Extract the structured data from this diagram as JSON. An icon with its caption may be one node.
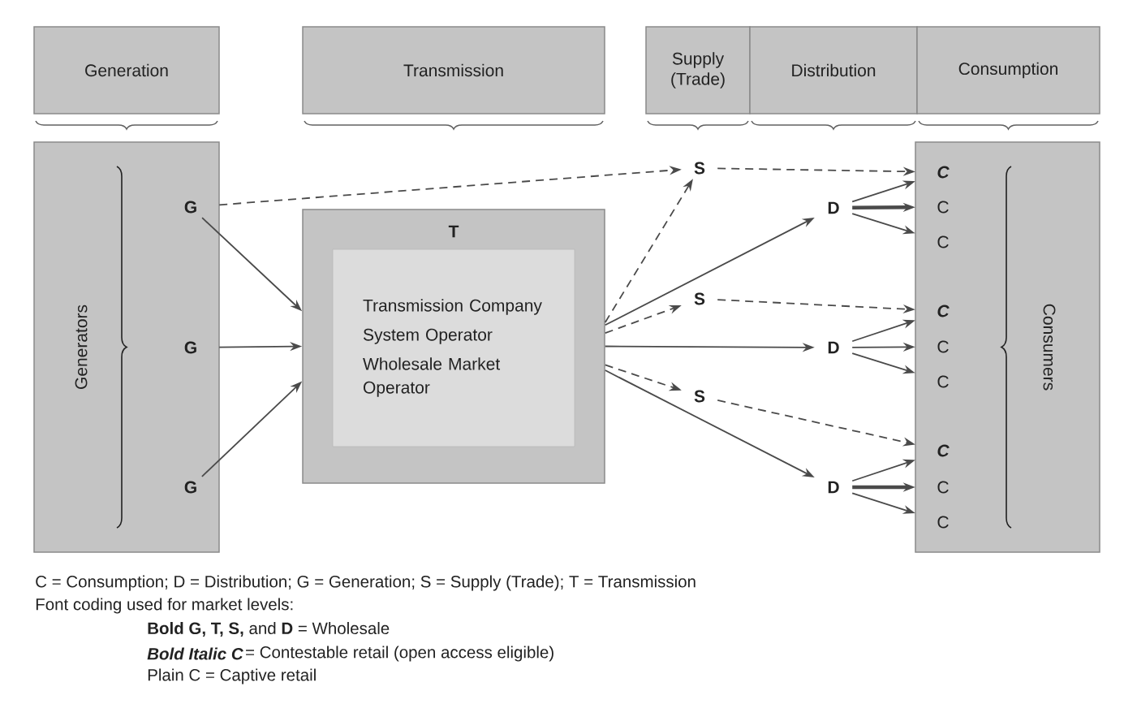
{
  "diagram": {
    "nodes": [
      {
        "text": [
          "Generation"
        ]
      },
      {
        "text": [
          "Transmission"
        ]
      },
      {
        "text": [
          "Supply (Trade)"
        ]
      },
      {
        "text": [
          "Distribution"
        ]
      },
      {
        "text": [
          "Consumption"
        ]
      },
      {
        "text": [
          "Generators"
        ]
      },
      {
        "text": [
          "G"
        ],
        "in": 5
      },
      {
        "text": [
          "G"
        ],
        "in": 5
      },
      {
        "text": [
          "G"
        ],
        "in": 5
      },
      {
        "text": [
          "T"
        ]
      },
      {
        "text": [
          "Transmission Company",
          "System Operator",
          "Wholesale Market Operator"
        ],
        "in": 9
      },
      {
        "text": [
          "S"
        ]
      },
      {
        "text": [
          "D"
        ]
      },
      {
        "text": [
          "S"
        ]
      },
      {
        "text": [
          "D"
        ]
      },
      {
        "text": [
          "S"
        ]
      },
      {
        "text": [
          "D"
        ]
      },
      {
        "text": [
          "Consumers"
        ]
      },
      {
        "text": [
          "C"
        ],
        "in": 17
      },
      {
        "text": [
          "C"
        ],
        "in": 17
      },
      {
        "text": [
          "C"
        ],
        "in": 17
      },
      {
        "text": [
          "C"
        ],
        "in": 17
      },
      {
        "text": [
          "C"
        ],
        "in": 17
      },
      {
        "text": [
          "C"
        ],
        "in": 17
      },
      {
        "text": [
          "C"
        ],
        "in": 17
      },
      {
        "text": [
          "C"
        ],
        "in": 17
      },
      {
        "text": [
          "C"
        ],
        "in": 17
      }
    ],
    "edges": [
      {
        "from": 6,
        "to": 11,
        "arrow": "to",
        "style": "dashed"
      },
      {
        "from": 6,
        "to": 9,
        "arrow": "to"
      },
      {
        "from": 7,
        "to": 9,
        "arrow": "to"
      },
      {
        "from": 8,
        "to": 9,
        "arrow": "to"
      },
      {
        "from": 9,
        "to": 11,
        "arrow": "to",
        "style": "dashed"
      },
      {
        "from": 9,
        "to": 12,
        "arrow": "to"
      },
      {
        "from": 9,
        "to": 13,
        "arrow": "to",
        "style": "dashed"
      },
      {
        "from": 9,
        "to": 14,
        "arrow": "to"
      },
      {
        "from": 9,
        "to": 15,
        "arrow": "to",
        "style": "dashed"
      },
      {
        "from": 9,
        "to": 16,
        "arrow": "to"
      },
      {
        "from": 11,
        "to": 18,
        "arrow": "to",
        "style": "dashed"
      },
      {
        "from": 12,
        "to": 18,
        "arrow": "to"
      },
      {
        "from": 12,
        "to": 19,
        "arrow": "to",
        "style": "thick"
      },
      {
        "from": 12,
        "to": 20,
        "arrow": "to"
      },
      {
        "from": 13,
        "to": 21,
        "arrow": "to",
        "style": "dashed"
      },
      {
        "from": 14,
        "to": 21,
        "arrow": "to"
      },
      {
        "from": 14,
        "to": 22,
        "arrow": "to"
      },
      {
        "from": 14,
        "to": 23,
        "arrow": "to"
      },
      {
        "from": 15,
        "to": 24,
        "arrow": "to",
        "style": "dashed"
      },
      {
        "from": 16,
        "to": 24,
        "arrow": "to"
      },
      {
        "from": 16,
        "to": 25,
        "arrow": "to",
        "style": "thick"
      },
      {
        "from": 16,
        "to": 26,
        "arrow": "to"
      }
    ],
    "labels": [
      "C = Consumption; D = Distribution; G = Generation; S = Supply (Trade); T = Transmission",
      "Font coding used for market levels:",
      "**Bold G, T, S,** and **D** = Wholesale",
      "Bold Italic C",
      "= Contestable retail (open access eligible)",
      "Plain C = Captive retail"
    ]
  }
}
